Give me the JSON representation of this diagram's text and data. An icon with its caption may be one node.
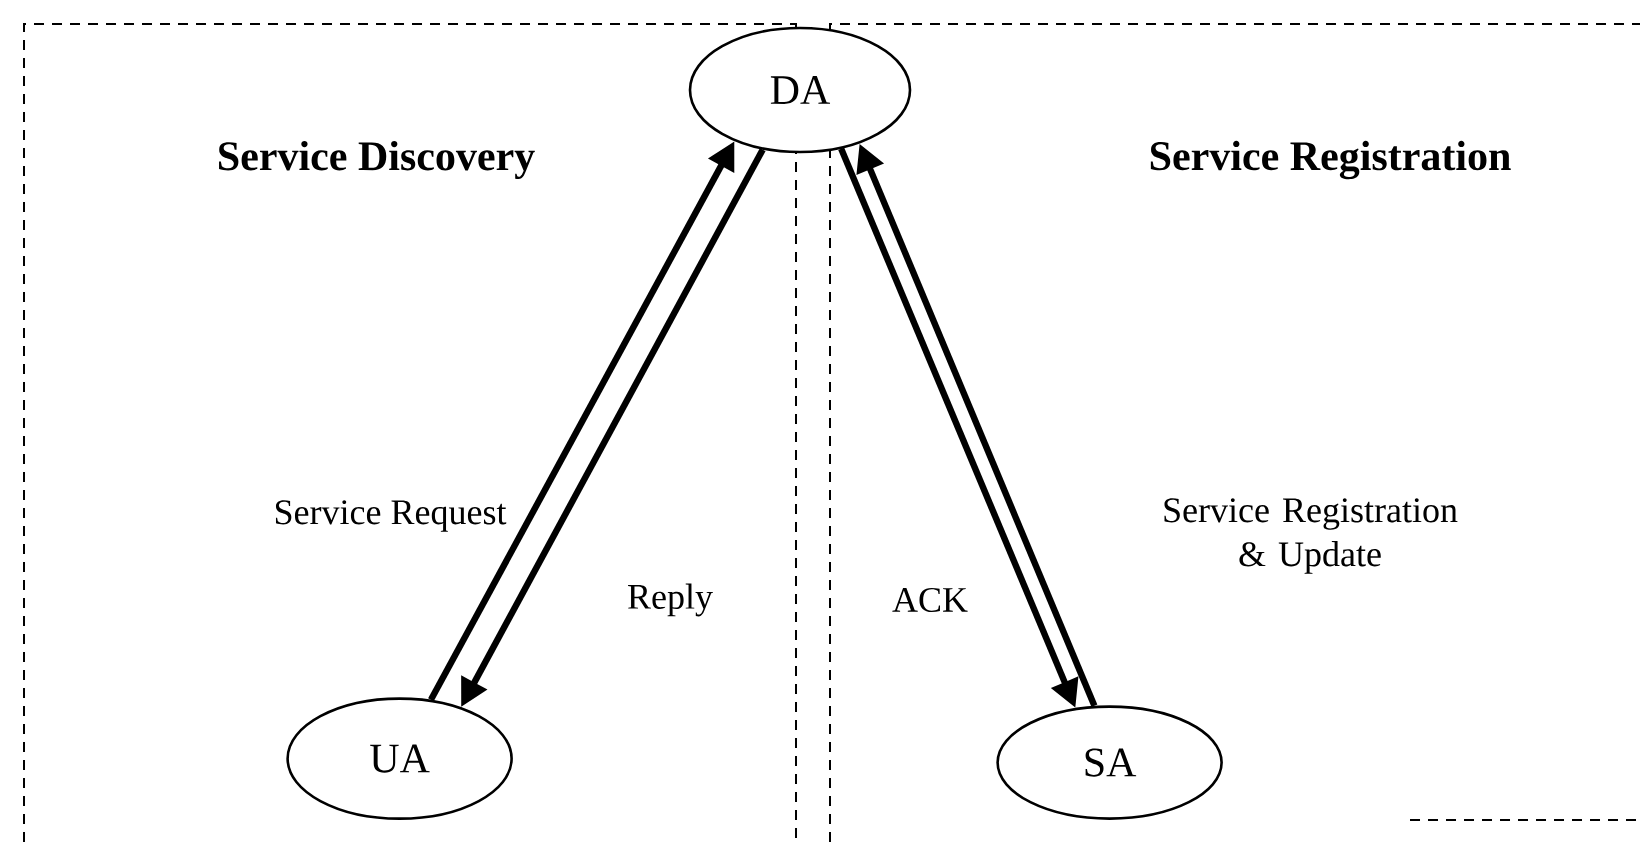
{
  "diagram": {
    "nodes": [
      {
        "text": [
          "Service Discovery"
        ]
      },
      {
        "text": [
          "Service Registration"
        ]
      },
      {
        "text": [
          "DA"
        ]
      },
      {
        "text": [
          "UA"
        ],
        "in": 0
      },
      {
        "text": [
          "SA"
        ],
        "in": 1
      }
    ],
    "edges": [
      {
        "from": 3,
        "to": 2,
        "arrow": "to",
        "label": "Service Request"
      },
      {
        "from": 2,
        "to": 3,
        "arrow": "to",
        "label": "Reply"
      },
      {
        "from": 2,
        "to": 4,
        "arrow": "to",
        "label": "ACK"
      },
      {
        "from": 4,
        "to": 2,
        "arrow": "to",
        "label": "Service Registration & Update"
      }
    ]
  }
}
